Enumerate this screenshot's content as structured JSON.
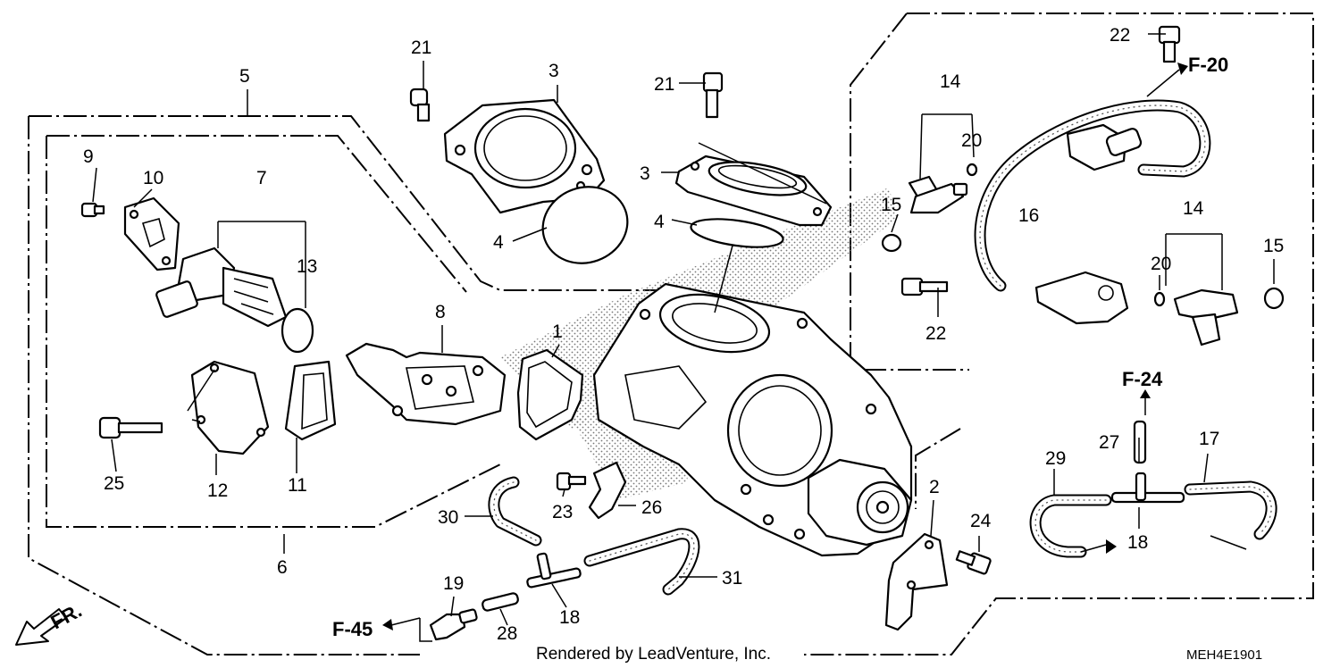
{
  "callouts": {
    "p1": "1",
    "p2": "2",
    "p3a": "3",
    "p3b": "3",
    "p4a": "4",
    "p4b": "4",
    "p5": "5",
    "p6": "6",
    "p7": "7",
    "p8": "8",
    "p9": "9",
    "p10": "10",
    "p11": "11",
    "p12": "12",
    "p13": "13",
    "p14a": "14",
    "p14b": "14",
    "p15a": "15",
    "p15b": "15",
    "p16": "16",
    "p17": "17",
    "p18a": "18",
    "p18b": "18",
    "p19": "19",
    "p20a": "20",
    "p20b": "20",
    "p21a": "21",
    "p21b": "21",
    "p22a": "22",
    "p22b": "22",
    "p23": "23",
    "p24": "24",
    "p25": "25",
    "p26": "26",
    "p27": "27",
    "p28": "28",
    "p29": "29",
    "p30": "30",
    "p31": "31"
  },
  "references": {
    "f20": "F-20",
    "f24": "F-24",
    "f45": "F-45"
  },
  "direction": {
    "label": "FR."
  },
  "footer": {
    "credit": "Rendered by LeadVenture, Inc.",
    "diagram_code": "MEH4E1901"
  }
}
